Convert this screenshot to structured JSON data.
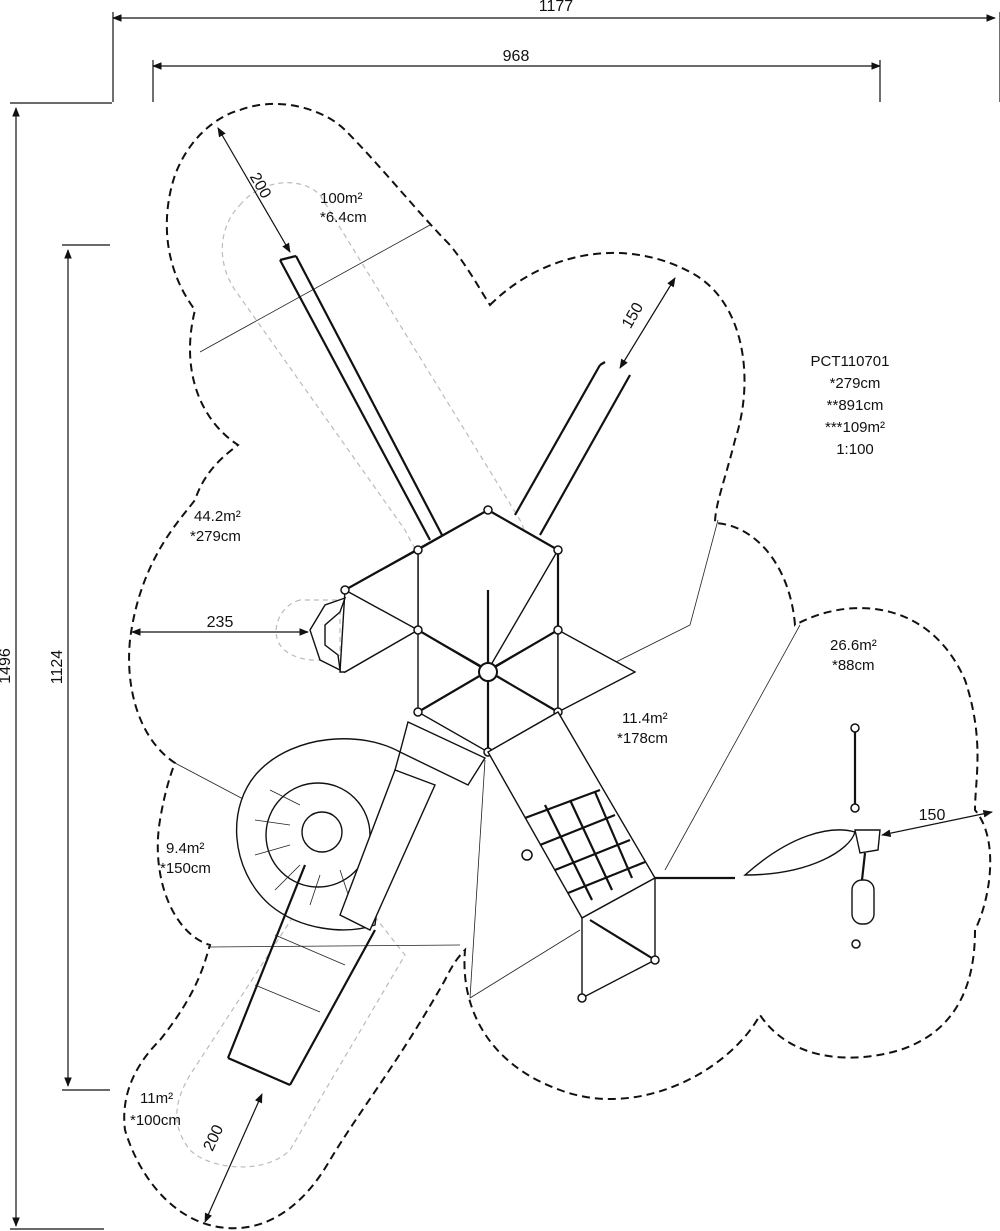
{
  "dimensions": {
    "overall_width": "1177",
    "inner_width": "968",
    "overall_height": "1496",
    "inner_height": "1124",
    "clearance_top": "200",
    "clearance_slide_arm": "150",
    "clearance_left": "235",
    "clearance_right": "150",
    "clearance_bottom": "200"
  },
  "zones": {
    "top": [
      "100m²",
      "*6.4cm"
    ],
    "left": [
      "44.2m²",
      "*279cm"
    ],
    "center": [
      "11.4m²",
      "*178cm"
    ],
    "right": [
      "26.6m²",
      "*88cm"
    ],
    "lower_left": [
      "9.4m²",
      "*150cm"
    ],
    "bottom": [
      "11m²",
      "*100cm"
    ]
  },
  "info": {
    "model": "PCT110701",
    "height": "*279cm",
    "length": "**891cm",
    "area": "***109m²",
    "scale": "1:100"
  },
  "colors": {
    "line": "#111111",
    "ghost": "#bbbbbb"
  }
}
